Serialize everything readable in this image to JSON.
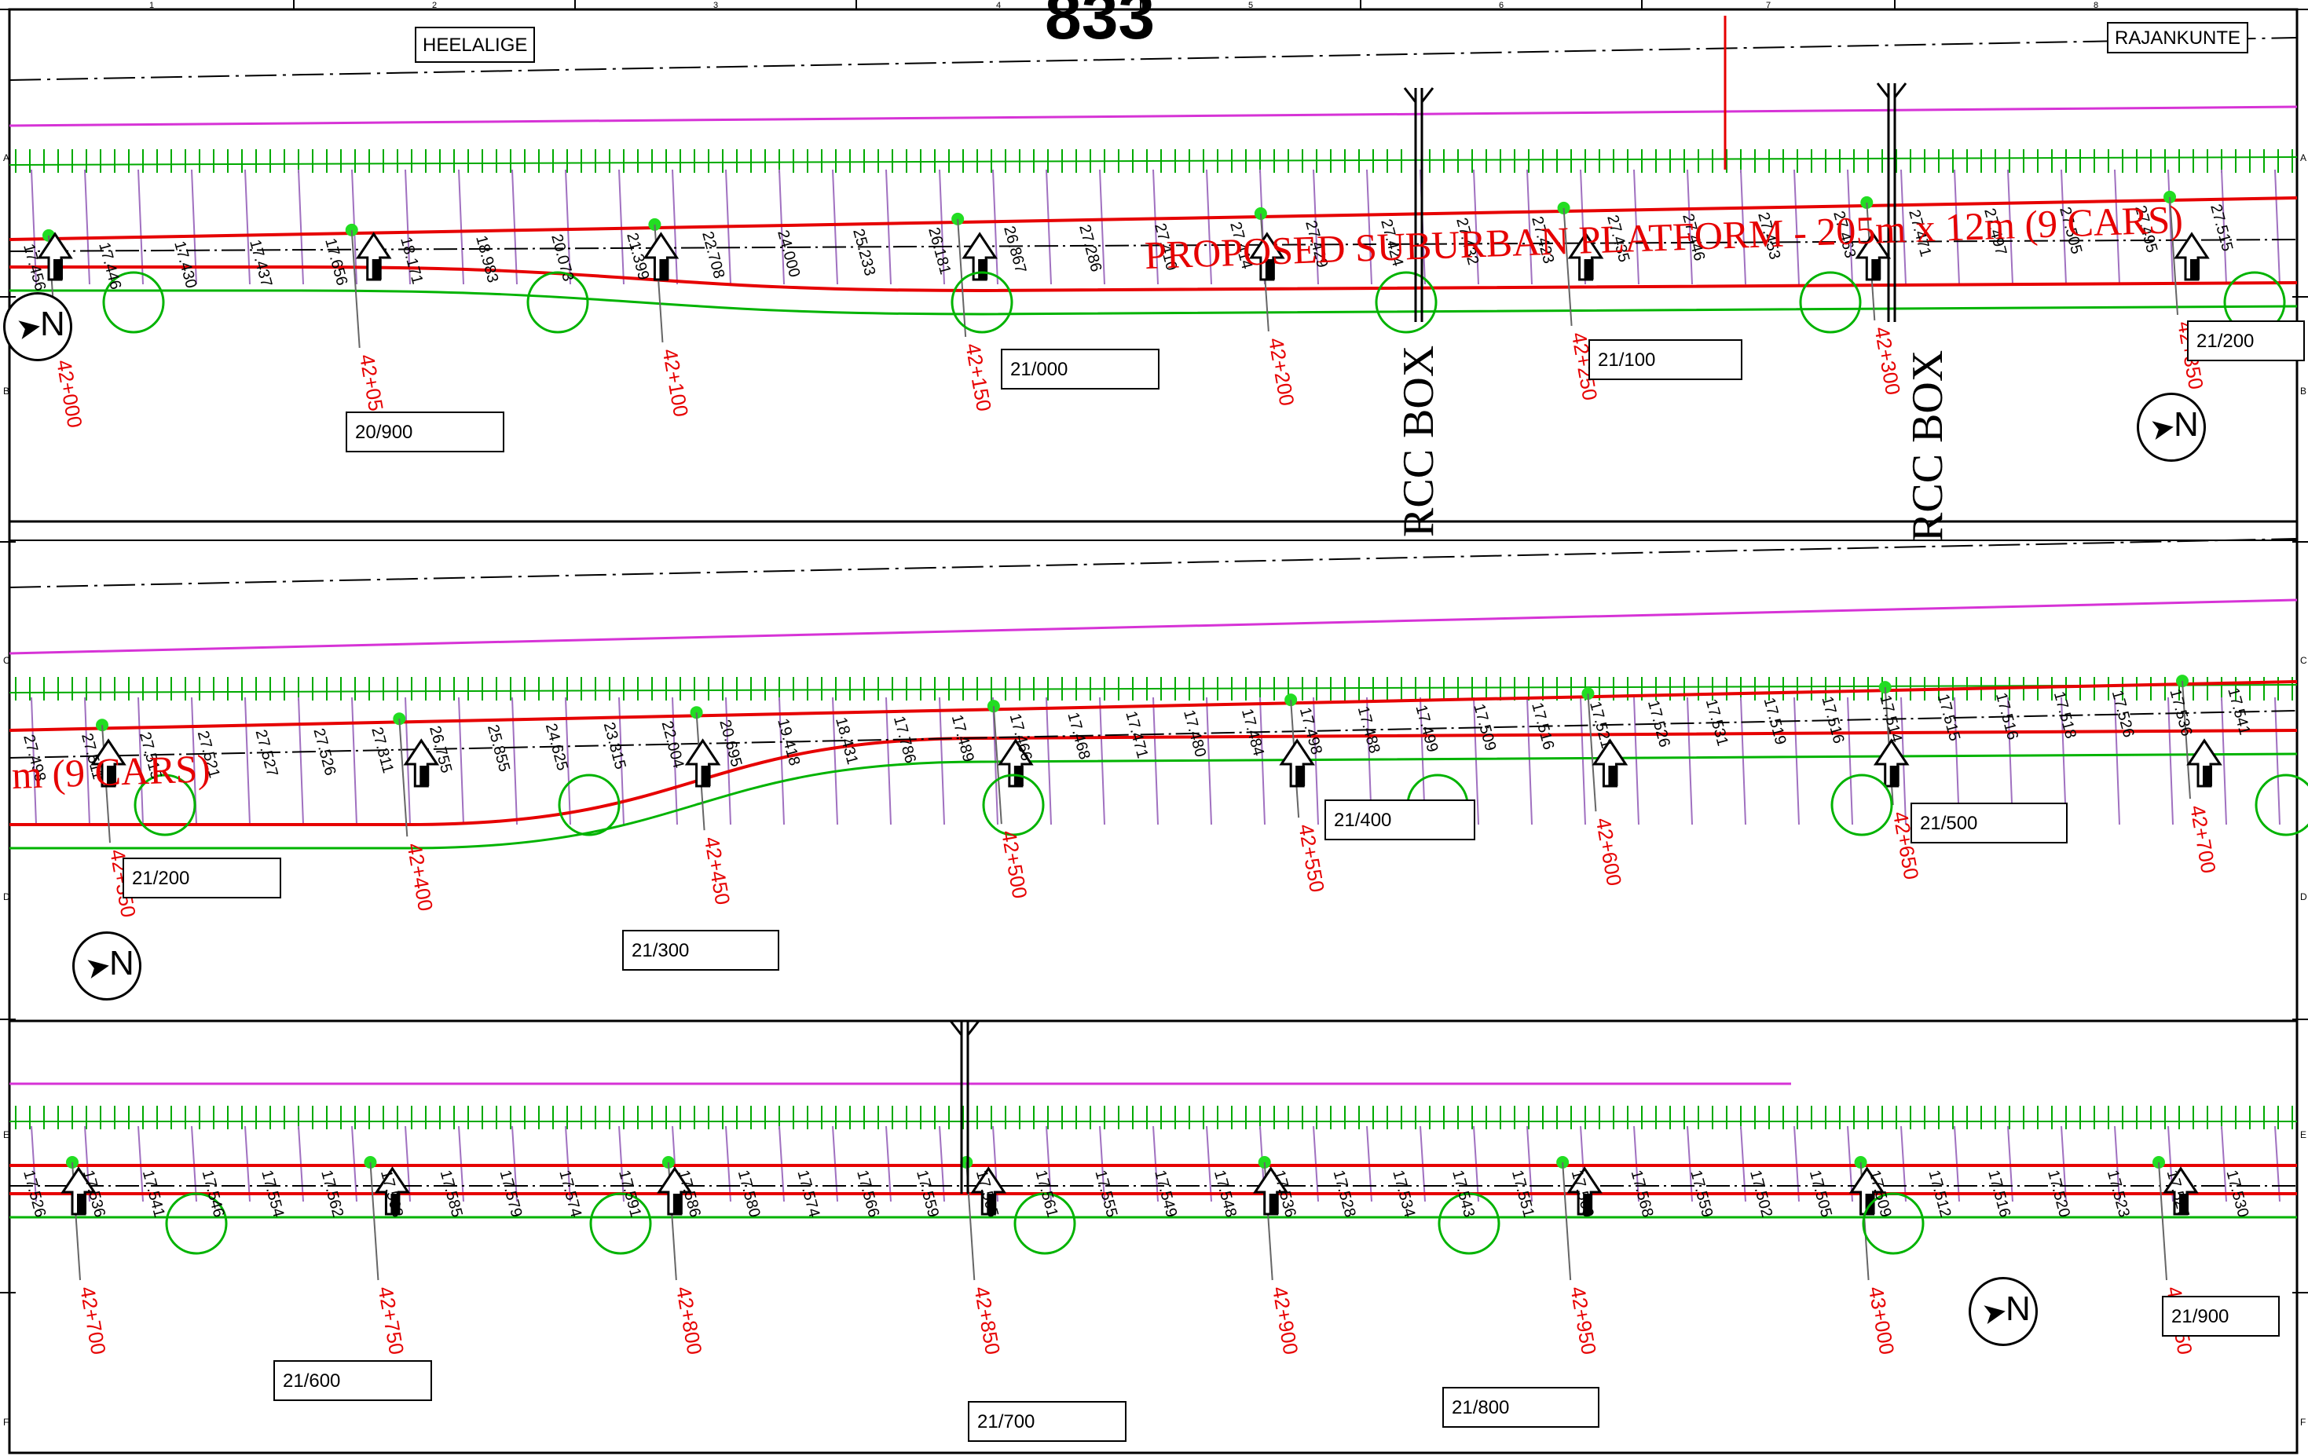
{
  "sheet": {
    "number": "833",
    "grid_columns": [
      "1",
      "2",
      "3",
      "4",
      "5",
      "6",
      "7",
      "8"
    ],
    "grid_rows": [
      "A",
      "B",
      "C",
      "D",
      "E",
      "F"
    ],
    "place_left": "HEELALIGE",
    "place_right": "RAJANKUNTE",
    "north_letter": "N"
  },
  "labels": {
    "rcc_box": "RCC BOX",
    "platform_strip1": "PROPOSED SUBURBAN PLATFORM - 205m x 12m (9 CARS)",
    "platform_strip2": "m (9 CARS)"
  },
  "colors": {
    "chainage": "#e60000",
    "alignment": "#e60000",
    "boundary": "#d633d6",
    "edge": "#00b300",
    "point": "#22dd22",
    "fence": "#00aa00",
    "ink": "#000000"
  },
  "strips": [
    {
      "chainages": [
        "42+000",
        "42+050",
        "42+100",
        "42+150",
        "42+200",
        "42+250",
        "42+300",
        "42+350"
      ],
      "kms": [
        "20/900",
        "21/000",
        "21/100",
        "21/200"
      ],
      "levels": [
        "17.456",
        "17.446",
        "17.430",
        "17.437",
        "17.656",
        "18.171",
        "18.983",
        "20.073",
        "21.399",
        "22.708",
        "24.000",
        "25.233",
        "26.181",
        "26.867",
        "27.286",
        "27.410",
        "27.414",
        "27.429",
        "27.424",
        "27.432",
        "27.423",
        "27.435",
        "27.446",
        "27.453",
        "27.463",
        "27.471",
        "27.497",
        "27.505",
        "27.495",
        "27.515"
      ]
    },
    {
      "chainages": [
        "42+350",
        "42+400",
        "42+450",
        "42+500",
        "42+550",
        "42+600",
        "42+650",
        "42+700"
      ],
      "kms": [
        "21/200",
        "21/300",
        "21/400",
        "21/500"
      ],
      "levels": [
        "27.498",
        "27.511",
        "27.515",
        "27.521",
        "27.527",
        "27.526",
        "27.311",
        "26.755",
        "25.855",
        "24.625",
        "23.315",
        "22.004",
        "20.695",
        "19.418",
        "18.431",
        "17.786",
        "17.489",
        "17.466",
        "17.468",
        "17.471",
        "17.480",
        "17.484",
        "17.498",
        "17.488",
        "17.499",
        "17.509",
        "17.516",
        "17.521",
        "17.526",
        "17.531",
        "17.519",
        "17.516",
        "17.514",
        "17.515",
        "17.516",
        "17.518",
        "17.526",
        "17.536",
        "17.541"
      ]
    },
    {
      "chainages": [
        "42+700",
        "42+750",
        "42+800",
        "42+850",
        "42+900",
        "42+950",
        "43+000",
        "43+050"
      ],
      "kms": [
        "21/600",
        "21/700",
        "21/800",
        "21/900"
      ],
      "levels": [
        "17.526",
        "17.536",
        "17.541",
        "17.546",
        "17.554",
        "17.562",
        "17.568",
        "17.585",
        "17.579",
        "17.574",
        "17.591",
        "17.586",
        "17.580",
        "17.574",
        "17.566",
        "17.559",
        "17.565",
        "17.561",
        "17.555",
        "17.549",
        "17.548",
        "17.536",
        "17.528",
        "17.534",
        "17.543",
        "17.551",
        "17.560",
        "17.568",
        "17.559",
        "17.502",
        "17.505",
        "17.509",
        "17.512",
        "17.516",
        "17.520",
        "17.523",
        "17.527",
        "17.530"
      ]
    }
  ]
}
